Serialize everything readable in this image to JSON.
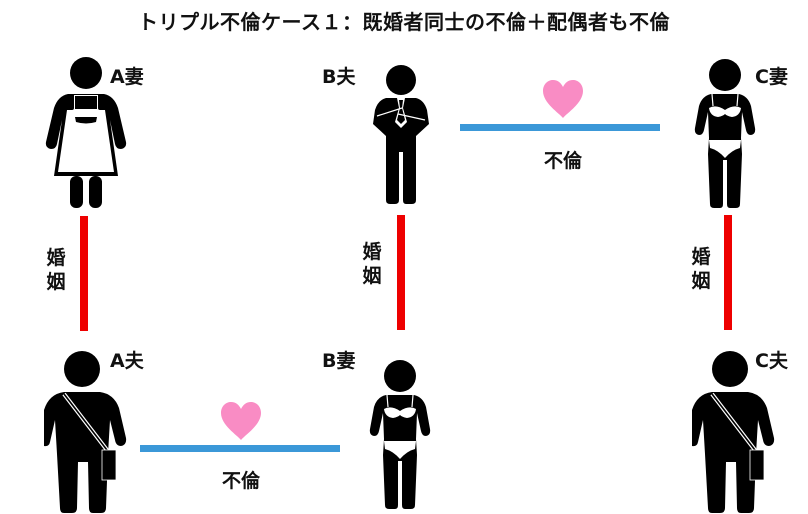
{
  "title": "トリプル不倫ケース１：既婚者同士の不倫＋配偶者も不倫",
  "people": {
    "a_wife": {
      "label": "A妻",
      "figure": "woman-apron-icon"
    },
    "b_husband": {
      "label": "B夫",
      "figure": "man-suit-icon"
    },
    "c_wife": {
      "label": "C妻",
      "figure": "woman-underwear-icon"
    },
    "a_husband": {
      "label": "A夫",
      "figure": "man-shoulder-bag-icon"
    },
    "b_wife": {
      "label": "B妻",
      "figure": "woman-underwear-icon"
    },
    "c_husband": {
      "label": "C夫",
      "figure": "man-shoulder-bag-icon"
    }
  },
  "marriages": [
    {
      "label": "婚姻",
      "between": [
        "A妻",
        "A夫"
      ]
    },
    {
      "label": "婚姻",
      "between": [
        "B夫",
        "B妻"
      ]
    },
    {
      "label": "婚姻",
      "between": [
        "C妻",
        "C夫"
      ]
    }
  ],
  "affairs": [
    {
      "label": "不倫",
      "between": [
        "B夫",
        "C妻"
      ],
      "icon": "heart-icon"
    },
    {
      "label": "不倫",
      "between": [
        "A夫",
        "B妻"
      ],
      "icon": "heart-icon"
    }
  ],
  "colors": {
    "marriage_line": "#ee0000",
    "affair_line": "#3b98d8",
    "heart": "#f98cc4",
    "figure": "#000000"
  }
}
